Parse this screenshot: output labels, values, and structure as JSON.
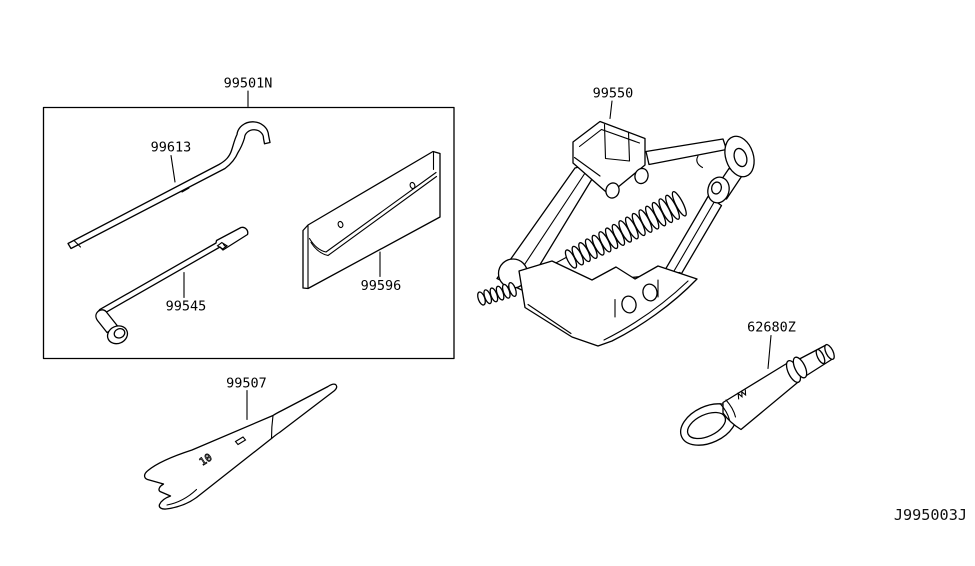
{
  "page": {
    "background": "#ffffff",
    "line_color": "#000000"
  },
  "callouts": {
    "tool_kit_box": "99501N",
    "jack_handle_rod": "99613",
    "wheel_nut_wrench": "99545",
    "tool_bag": "99596",
    "jack": "99550",
    "open_end_wrench": "99507",
    "tow_hook": "62680Z"
  },
  "markings": {
    "wrench_size": "10"
  },
  "ref_code": "J995003J"
}
